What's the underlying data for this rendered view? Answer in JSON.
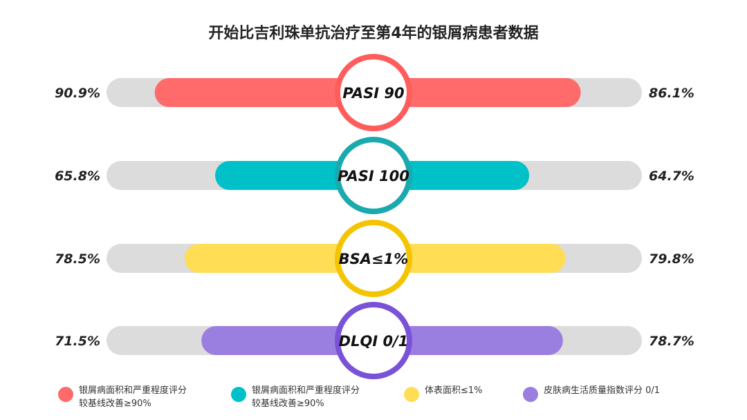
{
  "chart_data": {
    "type": "bar",
    "title": "开始比吉利珠单抗治疗至第4年的银屑病患者数据",
    "categories": [
      "PASI 90",
      "PASI 100",
      "BSA≤1%",
      "DLQI 0/1"
    ],
    "left_values": [
      90.9,
      65.8,
      78.5,
      71.5
    ],
    "right_values": [
      86.1,
      64.7,
      79.8,
      78.7
    ],
    "left_labels": [
      "90.9%",
      "65.8%",
      "78.5%",
      "71.5%"
    ],
    "right_labels": [
      "86.1%",
      "64.7%",
      "79.8%",
      "78.7%"
    ],
    "colors": [
      "#ff6b6b",
      "#00c0c8",
      "#ffdd55",
      "#9b7fe0"
    ],
    "ring_colors": [
      "#ff5c5c",
      "#1aa9ae",
      "#f5c400",
      "#7a52d8"
    ],
    "track_color": "#dcdcdc",
    "xlim": [
      0,
      100
    ],
    "legend_placement": "bottom",
    "legend": [
      {
        "line1": "银屑病面积和严重程度评分",
        "line2": "较基线改善≥90%",
        "color": "#ff6b6b"
      },
      {
        "line1": "银屑病面积和严重程度评分",
        "line2": "较基线改善≥90%",
        "color": "#00c0c8"
      },
      {
        "line1": "体表面积≤1%",
        "line2": "",
        "color": "#ffdd55"
      },
      {
        "line1": "皮肤病生活质量指数评分 0/1",
        "line2": "",
        "color": "#9b7fe0"
      }
    ]
  }
}
